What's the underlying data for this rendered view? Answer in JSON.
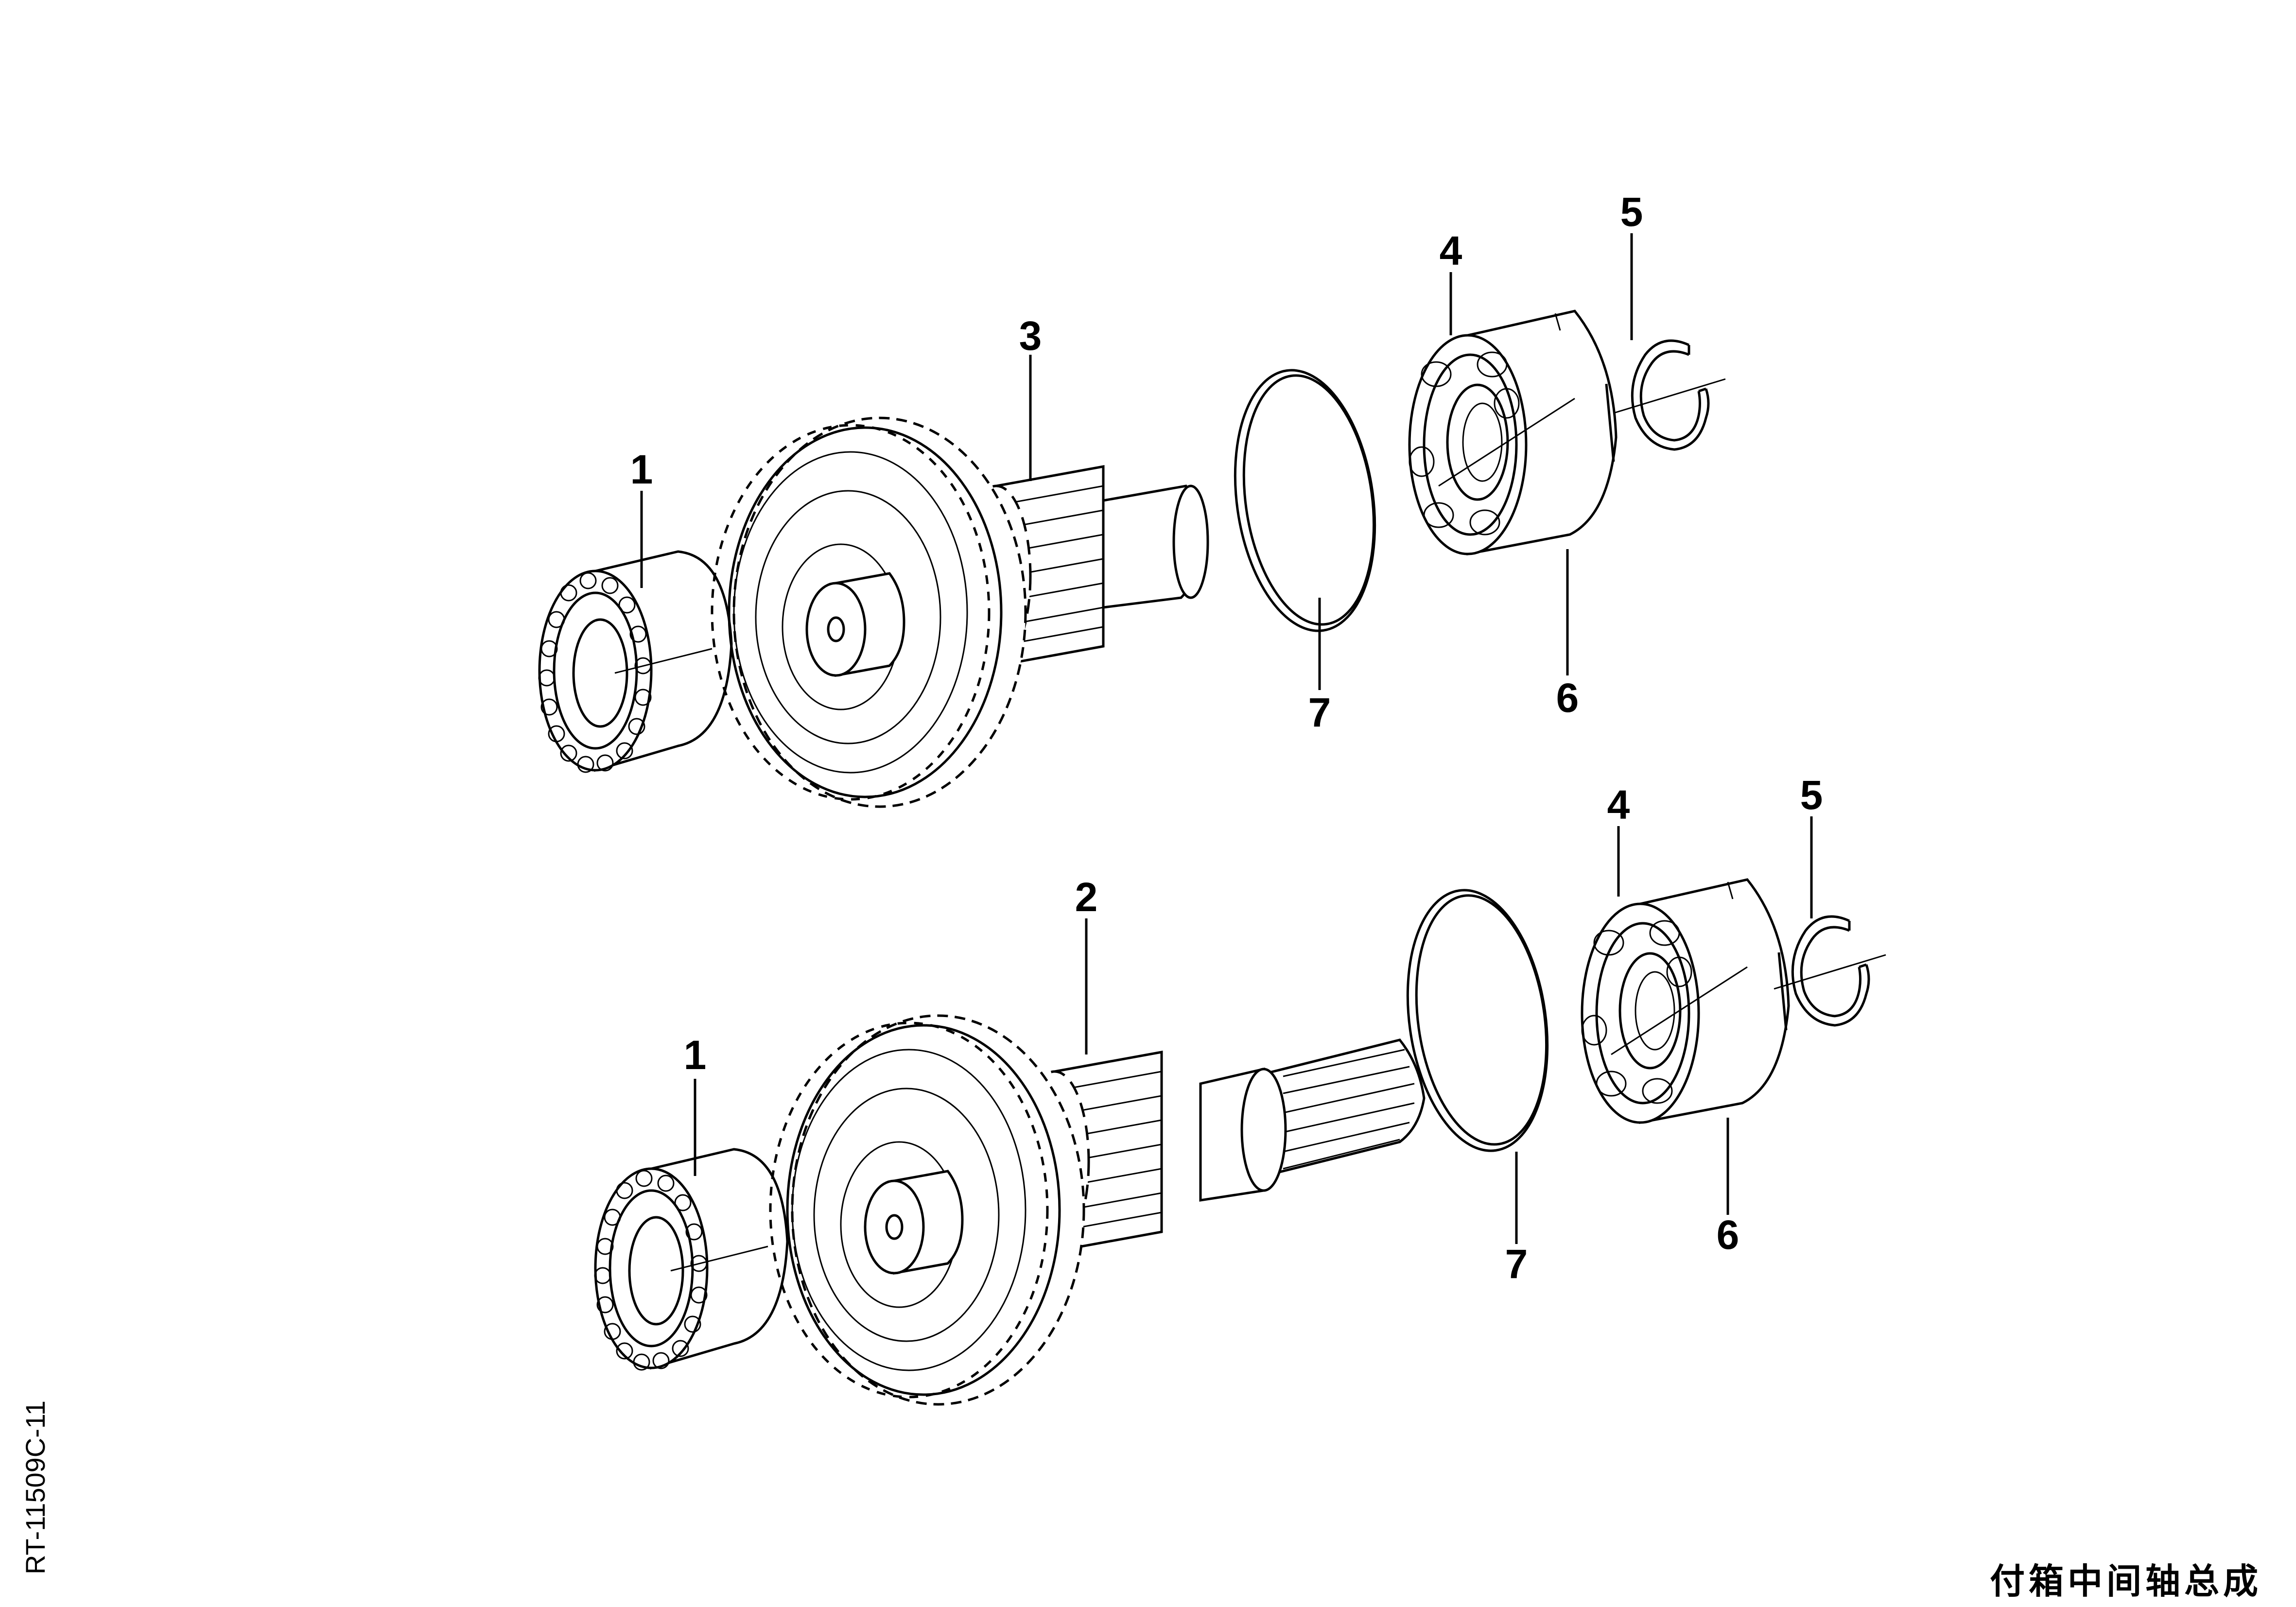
{
  "document": {
    "drawing_code": "RT-11509C-11",
    "title_cn": "付箱中间轴总成"
  },
  "assemblies": [
    {
      "id": "upper",
      "callouts": [
        "1",
        "3",
        "4",
        "5",
        "6",
        "7"
      ]
    },
    {
      "id": "lower",
      "callouts": [
        "1",
        "2",
        "4",
        "5",
        "6",
        "7"
      ]
    }
  ],
  "colors": {
    "ink": "#000000",
    "paper": "#ffffff"
  }
}
